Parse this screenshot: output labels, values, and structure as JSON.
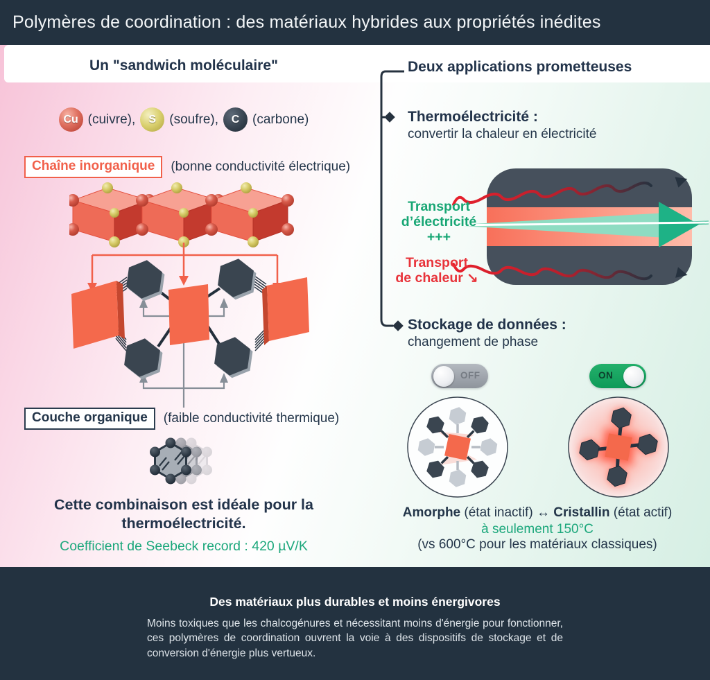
{
  "header": {
    "title": "Polymères de coordination : des matériaux hybrides aux propriétés inédites"
  },
  "left_panel": {
    "title": "Un \"sandwich moléculaire\"",
    "atoms": [
      {
        "symbol": "Cu",
        "label": "(cuivre),"
      },
      {
        "symbol": "S",
        "label": "(soufre),"
      },
      {
        "symbol": "C",
        "label": "(carbone)"
      }
    ],
    "inorganic_chain": {
      "label": "Chaîne inorganique",
      "note": "(bonne conductivité électrique)"
    },
    "organic_layer": {
      "label": "Couche organique",
      "note": "(faible conductivité thermique)"
    },
    "conclusion": {
      "line1": "Cette combinaison est idéale pour la",
      "line2": "thermoélectricité."
    },
    "seebeck_record": "Coefficient de Seebeck record : 420 µV/K"
  },
  "right_panel": {
    "title": "Deux applications prometteuses",
    "thermoelectricity": {
      "heading": "Thermoélectricité :",
      "subheading": "convertir la chaleur en électricité",
      "electricity_transport": {
        "line1": "Transport",
        "line2": "d’électricité",
        "line3": "+++"
      },
      "heat_transport": {
        "line1": "Transport",
        "line2": "de chaleur ↘"
      }
    },
    "data_storage": {
      "heading": "Stockage de données :",
      "subheading": "changement de phase",
      "toggle_off_label": "OFF",
      "toggle_on_label": "ON",
      "caption": {
        "amorphous": "Amorphe",
        "amorphous_note": " (état inactif) ",
        "arrow": "↔",
        "crystalline": " Cristallin",
        "crystalline_note": " (état actif)"
      },
      "temperature_note": "à seulement 150°C",
      "comparison_note": "(vs 600°C pour les matériaux classiques)"
    }
  },
  "footer": {
    "heading": "Des matériaux plus durables et moins énergivores",
    "body": "Moins toxiques que les chalcogénures et nécessitant moins d'énergie pour fonctionner, ces polymères de coordination ouvrent la voie à des dispositifs de stockage et de conversion d'énergie plus vertueux."
  },
  "colors": {
    "navy": "#233240",
    "text_navy": "#24364a",
    "accent_orange": "#f1604a",
    "accent_green": "#1ba77b",
    "accent_red": "#e8333a",
    "toggle_green": "#14a35f",
    "toggle_gray": "#9aa0a8"
  }
}
